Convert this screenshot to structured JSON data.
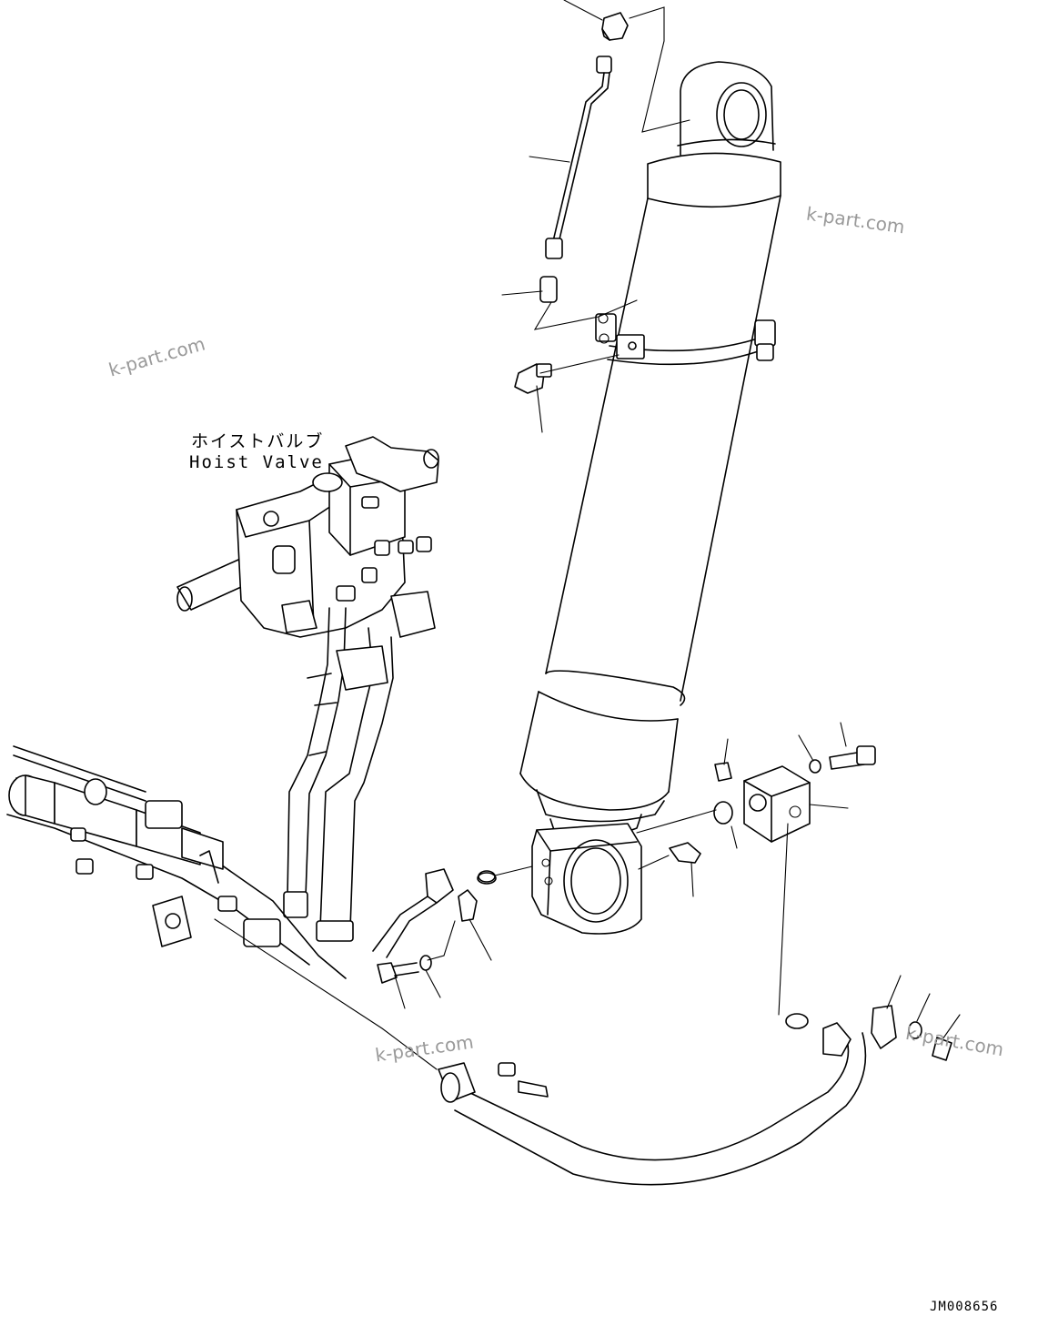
{
  "diagram": {
    "label": {
      "japanese": "ホイストバルブ",
      "english": "Hoist Valve"
    },
    "watermark_text": "k-part.com",
    "drawing_code": "JM008656"
  }
}
